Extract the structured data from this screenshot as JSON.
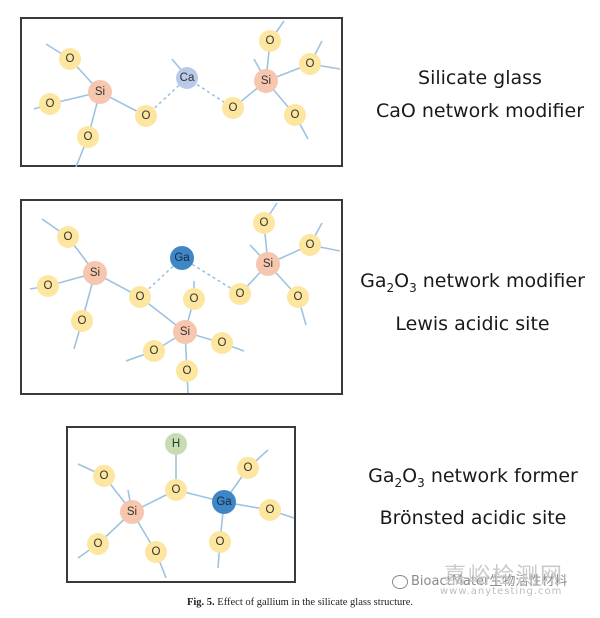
{
  "panels": [
    {
      "title_line1": "Silicate glass",
      "title_line2": "CaO network modifier"
    },
    {
      "title_line1_pre": "Ga",
      "title_line1_sub1": "2",
      "title_line1_mid": "O",
      "title_line1_sub2": "3",
      "title_line1_post": " network modifier",
      "title_line2": "Lewis acidic site"
    },
    {
      "title_line1_pre": "Ga",
      "title_line1_sub1": "2",
      "title_line1_mid": "O",
      "title_line1_sub2": "3",
      "title_line1_post": " network former",
      "title_line2": "Brönsted acidic site"
    }
  ],
  "atoms": {
    "O": "O",
    "Si": "Si",
    "Ca": "Ca",
    "Ga": "Ga",
    "H": "H"
  },
  "colors": {
    "oxygen": "#fde6a0",
    "silicon": "#f7c6ae",
    "calcium": "#b9c9e8",
    "gallium": "#3f86c6",
    "hydrogen": "#c7dcb3",
    "bond": "#9ec3e0",
    "border": "#3a3a3a"
  },
  "caption": {
    "bold": "Fig. 5.",
    "text": " Effect of gallium in the silicate glass structure."
  },
  "watermark": {
    "text": "BioactMater生物活性材料",
    "big": "嘉峪检测网",
    "url": "www.anytesting.com"
  }
}
